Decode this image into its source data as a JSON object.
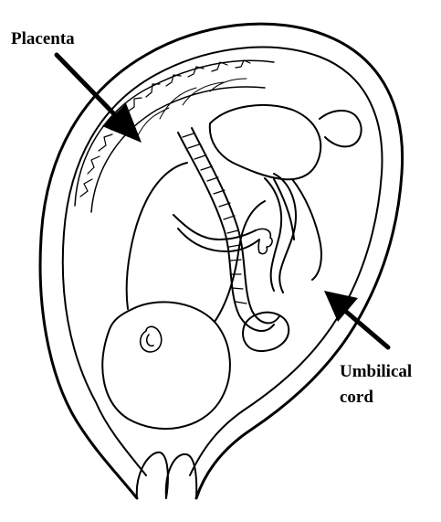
{
  "labels": {
    "placenta": "Placenta",
    "cord_line1": "Umbilical",
    "cord_line2": "cord"
  },
  "colors": {
    "ink": "#000000",
    "background": "#ffffff"
  }
}
